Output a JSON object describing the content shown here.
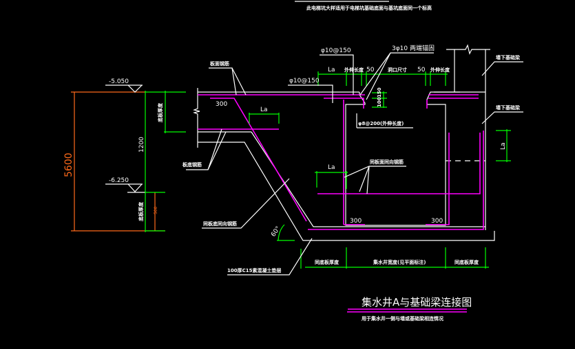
{
  "colors": {
    "background": "#000000",
    "concrete": "#ffffff",
    "rebar": "#ff00ff",
    "dimension": "#00ff00",
    "overall_dimension": "#ff6a1a"
  },
  "note": "此电梯坑大样适用于电梯坑基础底面与基坑底面同一个标高",
  "elevations": {
    "top": "-5.050",
    "bottom": "-6.250"
  },
  "dimensions": {
    "total": "5600",
    "depth": "1200",
    "slab_thk_top": "底板厚度",
    "slab_thk_bottom": "底板厚度",
    "small": "500",
    "la": "La",
    "ext1": "外伸长度",
    "gap1": "50",
    "opening": "洞口尺寸",
    "gap2": "50",
    "ext2": "外伸长度",
    "h100": "100",
    "h150": "150",
    "w300a": "300",
    "w300b": "300",
    "w300c": "300",
    "angle": "60°"
  },
  "labels": {
    "slab_top_bar": "板面钢筋",
    "bar_top": "φ10@150",
    "bar_top2": "φ10@150",
    "added_bar": "3φ10 两端锚固",
    "stirrup": "φ8@200(外伸长度)",
    "slab_bottom_bar": "板底钢筋",
    "same_bottom": "同板底同向钢筋",
    "same_face": "同板面同向钢筋",
    "beam1": "墙下基础梁",
    "beam2": "墙下基础梁",
    "cushion": "100厚C15素混凝土垫层"
  },
  "bottom_dims": {
    "left": "同底板厚度",
    "mid": "集水井宽度(见平面标注)",
    "right": "同底板厚度"
  },
  "title": "集水井A与基础梁连接图",
  "subtitle": "用于集水井一侧与墙或基础梁相连情况"
}
